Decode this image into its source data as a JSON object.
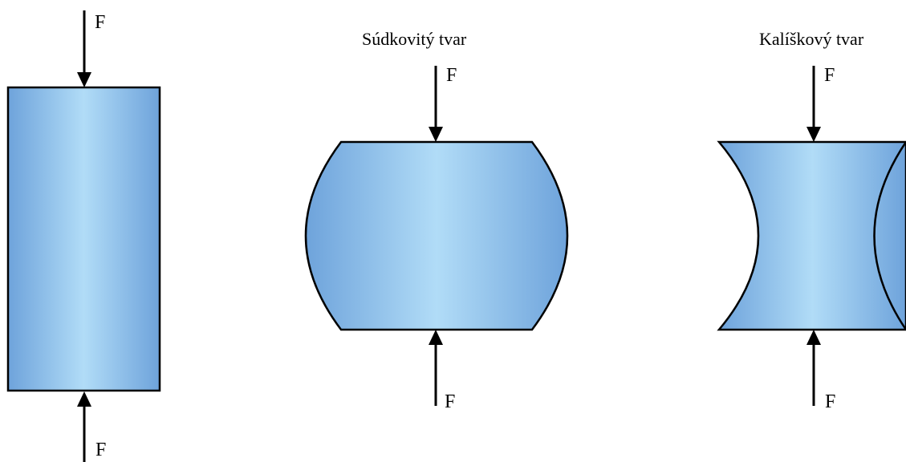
{
  "figure": {
    "force_symbol": "F",
    "shapes": [
      {
        "id": "cylinder",
        "title": "",
        "top_force": "F",
        "bottom_force": "F"
      },
      {
        "id": "barrel",
        "title": "Súdkovitý tvar",
        "top_force": "F",
        "bottom_force": "F"
      },
      {
        "id": "hourglass",
        "title": "Kalíškový tvar",
        "top_force": "F",
        "bottom_force": "F"
      }
    ]
  },
  "colors": {
    "fill_dark": "#6ea3db",
    "fill_light": "#b1dcf7",
    "stroke": "#000000",
    "arrow": "#000000",
    "background": "#ffffff"
  }
}
